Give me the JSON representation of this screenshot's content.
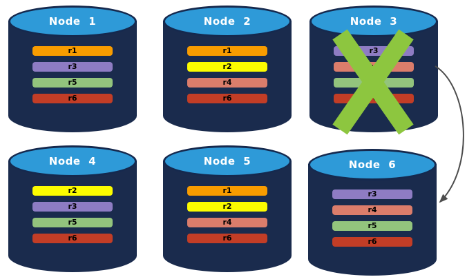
{
  "colors": {
    "background": "#ffffff",
    "cylinder_body": "#1A2B4D",
    "cylinder_top": "#2E9AD8",
    "cylinder_outline": "#15294E",
    "node_title_text": "#ffffff",
    "bar_text": "#000000",
    "failure_x": "#8DC63F",
    "arrow": "#4D4D4D",
    "replicas": {
      "r1": "#F89C00",
      "r2": "#FCFC00",
      "r3": "#8E7CC3",
      "r4": "#DB7D6B",
      "r5": "#93C47D",
      "r6": "#C23D26"
    }
  },
  "nodes": [
    {
      "label": "Node 1",
      "replicas": [
        "r1",
        "r3",
        "r5",
        "r6"
      ],
      "failed": false
    },
    {
      "label": "Node 2",
      "replicas": [
        "r1",
        "r2",
        "r4",
        "r6"
      ],
      "failed": false
    },
    {
      "label": "Node 3",
      "replicas": [
        "r3",
        "r4",
        "r5",
        "r6"
      ],
      "failed": true
    },
    {
      "label": "Node 4",
      "replicas": [
        "r2",
        "r3",
        "r5",
        "r6"
      ],
      "failed": false
    },
    {
      "label": "Node 5",
      "replicas": [
        "r1",
        "r2",
        "r4",
        "r6"
      ],
      "failed": false
    },
    {
      "label": "Node 6",
      "replicas": [
        "r3",
        "r4",
        "r5",
        "r6"
      ],
      "failed": false
    }
  ],
  "annotations": {
    "failed_node": "Node 3",
    "arrow": {
      "from": "Node 3",
      "to": "Node 6"
    }
  }
}
